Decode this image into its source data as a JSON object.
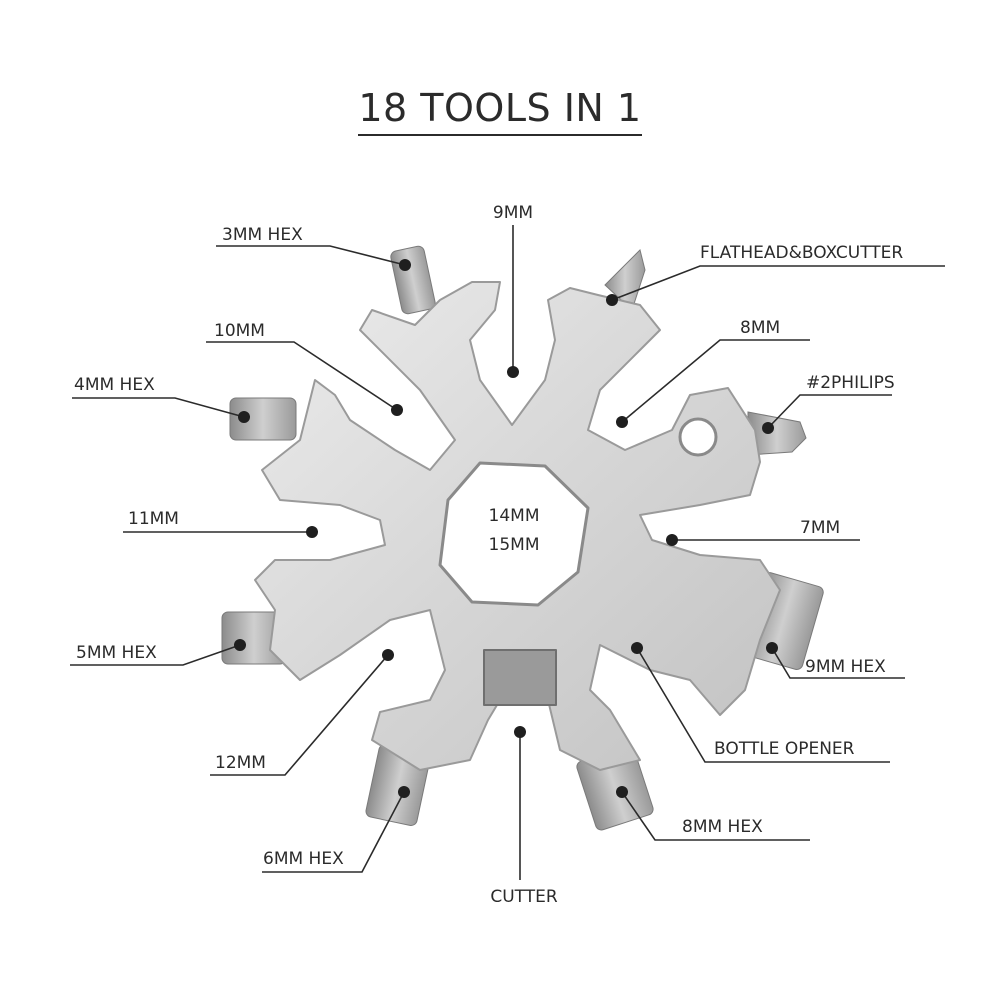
{
  "title": "18 TOOLS IN 1",
  "labels": {
    "mm9": "9MM",
    "hex3": "3MM HEX",
    "flathead": "FLATHEAD&BOXCUTTER",
    "mm10": "10MM",
    "mm8": "8MM",
    "hex4": "4MM HEX",
    "philips": "#2PHILIPS",
    "mm11": "11MM",
    "mm14": "14MM",
    "mm15": "15MM",
    "mm7": "7MM",
    "hex5": "5MM HEX",
    "hex9": "9MM HEX",
    "bottle": "BOTTLE OPENER",
    "mm12": "12MM",
    "hex8": "8MM HEX",
    "hex6": "6MM HEX",
    "cutter": "CUTTER"
  },
  "colors": {
    "metal": "#d9d9d9",
    "metal_edge": "#8e8e8e",
    "bit": "#a8a8a8",
    "ink": "#2b2b2b",
    "background": "#ffffff"
  }
}
